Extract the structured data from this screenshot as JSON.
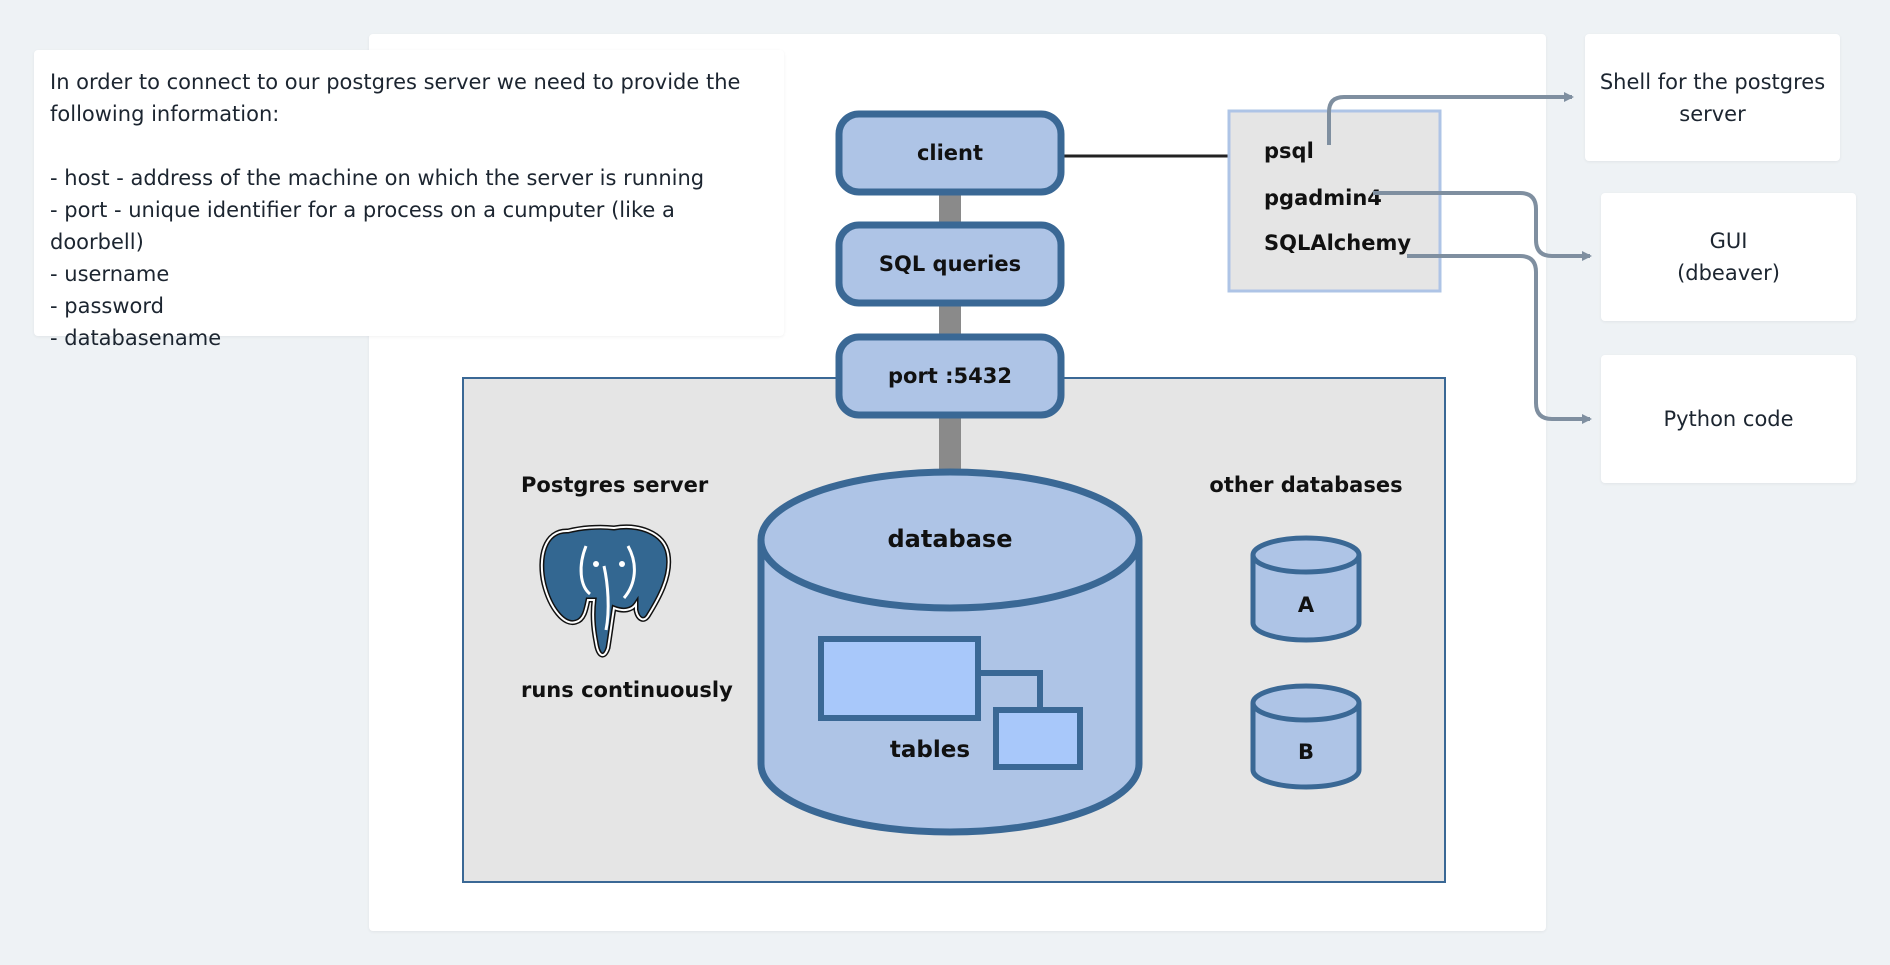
{
  "info": {
    "intro": "In order to connect to our postgres server we need to provide the following information:",
    "items": [
      "- host - address of the machine on which the server is running",
      "- port - unique identifier for a process on a cumputer (like a doorbell)",
      "- username",
      "- password",
      "- databasename"
    ]
  },
  "diagram": {
    "client": "client",
    "sql_queries": "SQL queries",
    "port": "port :5432",
    "server_label": "Postgres server",
    "runs_label": "runs continuously",
    "database": "database",
    "tables": "tables",
    "other_databases": "other databases",
    "db_a": "A",
    "db_b": "B",
    "clients": [
      "psql",
      "pgadmin4",
      "SQLAlchemy"
    ]
  },
  "notes": {
    "shell": "Shell for the postgres server",
    "gui": "GUI\n(dbeaver)",
    "python": "Python code"
  },
  "colors": {
    "box_fill": "#aec4e6",
    "box_stroke": "#3a6895",
    "panel_fill": "#e5e5e5",
    "connector": "#7f8fa0",
    "pipe": "#8a8a8a"
  }
}
